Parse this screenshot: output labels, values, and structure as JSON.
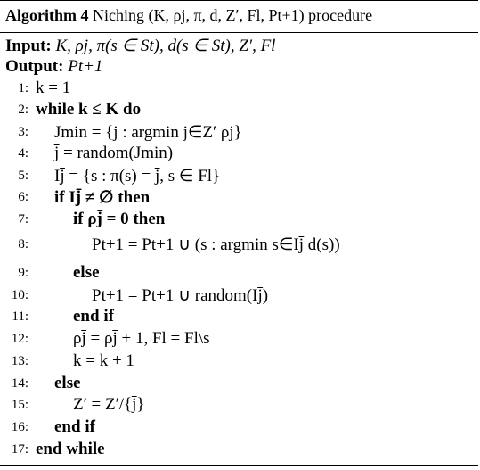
{
  "caption": {
    "label": "Algorithm 4",
    "text": "Niching (K, ρj, π, d, Z′, Fl, Pt+1) procedure"
  },
  "input": {
    "label": "Input:",
    "text": "K, ρj, π(s ∈ St), d(s ∈ St), Z′, Fl"
  },
  "output": {
    "label": "Output:",
    "text": "Pt+1"
  },
  "lines": [
    {
      "num": "1:",
      "text": "k = 1"
    },
    {
      "num": "2:",
      "text": "while k ≤ K do"
    },
    {
      "num": "3:",
      "text": "Jmin = {j : argmin j∈Z′ ρj}"
    },
    {
      "num": "4:",
      "text": "j̄ = random(Jmin)"
    },
    {
      "num": "5:",
      "text": "Ij̄ = {s : π(s) = j̄, s ∈ Fl}"
    },
    {
      "num": "6:",
      "text": "if Ij̄ ≠ ∅ then"
    },
    {
      "num": "7:",
      "text": "if ρj̄ = 0 then"
    },
    {
      "num": "8:",
      "text": "Pt+1 = Pt+1 ∪ (s : argmin s∈Ij̄ d(s))"
    },
    {
      "num": "9:",
      "text": "else"
    },
    {
      "num": "10:",
      "text": "Pt+1 = Pt+1 ∪ random(Ij̄)"
    },
    {
      "num": "11:",
      "text": "end if"
    },
    {
      "num": "12:",
      "text": "ρj̄ = ρj̄ + 1, Fl = Fl\\s"
    },
    {
      "num": "13:",
      "text": "k = k + 1"
    },
    {
      "num": "14:",
      "text": "else"
    },
    {
      "num": "15:",
      "text": "Z′ = Z′/{j̄}"
    },
    {
      "num": "16:",
      "text": "end if"
    },
    {
      "num": "17:",
      "text": "end while"
    }
  ]
}
